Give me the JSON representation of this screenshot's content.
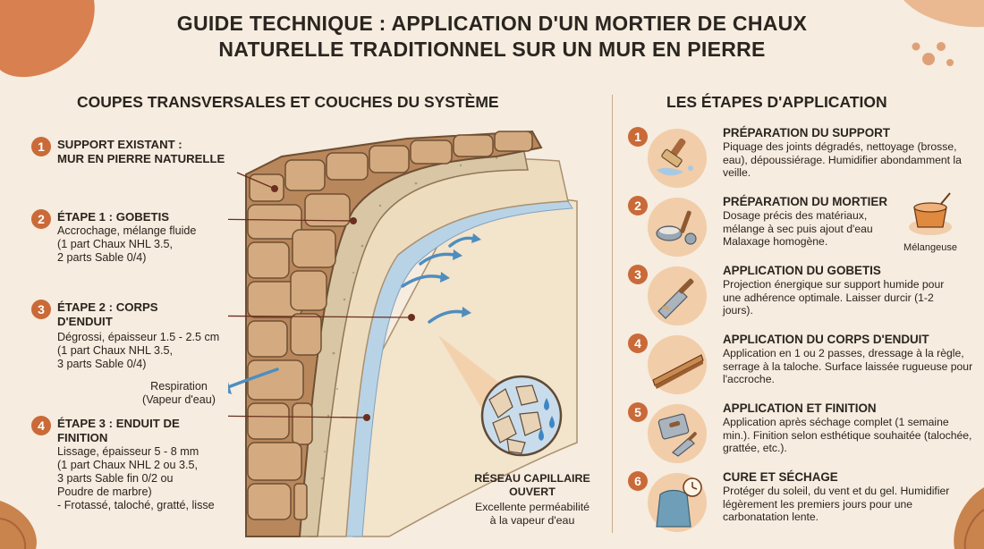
{
  "title": {
    "line1": "GUIDE TECHNIQUE : APPLICATION D'UN MORTIER DE CHAUX",
    "line2": "NATURELLE TRADITIONNEL SUR UN MUR EN PIERRE"
  },
  "left_section": {
    "title": "COUPES TRANSVERSALES ET COUCHES DU SYSTÈME",
    "layers": [
      {
        "num": "1",
        "heading": "SUPPORT EXISTANT :\nMUR EN PIERRE NATURELLE",
        "body": ""
      },
      {
        "num": "2",
        "heading": "ÉTAPE 1 : GOBETIS",
        "body": "Accrochage, mélange fluide\n(1 part Chaux NHL 3.5,\n2 parts Sable 0/4)"
      },
      {
        "num": "3",
        "heading": "ÉTAPE 2 : CORPS\nD'ENDUIT",
        "body": "Dégrossi, épaisseur 1.5 - 2.5 cm\n(1 part Chaux NHL 3.5,\n3 parts Sable 0/4)"
      },
      {
        "num": "4",
        "heading": "ÉTAPE 3 : ENDUIT DE\nFINITION",
        "body": "Lissage, épaisseur 5 - 8 mm\n(1 part Chaux NHL 2 ou 3.5,\n3 parts Sable fin 0/2 ou\nPoudre de marbre)\n- Frotassé, taloché, gratté, lisse"
      }
    ],
    "respiration": "Respiration\n(Vapeur d'eau)",
    "network": {
      "heading": "RÉSEAU CAPILLAIRE\nOUVERT",
      "body": "Excellente perméabilité\nà la vapeur d'eau"
    }
  },
  "right_section": {
    "title": "LES ÉTAPES D'APPLICATION",
    "steps": [
      {
        "num": "1",
        "icon": "brush-icon",
        "heading": "PRÉPARATION DU SUPPORT",
        "body": "Piquage des joints dégradés, nettoyage (brosse, eau), dépoussiérage. Humidifier abondamment la veille."
      },
      {
        "num": "2",
        "icon": "mixing-tools-icon",
        "heading": "PRÉPARATION DU MORTIER",
        "body": "Dosage précis des matériaux, mélange à sec puis ajout d'eau Malaxage homogène."
      },
      {
        "num": "3",
        "icon": "trowel-icon",
        "heading": "APPLICATION DU GOBETIS",
        "body": "Projection énergique sur support humide pour une adhérence optimale. Laisser durcir (1-2 jours)."
      },
      {
        "num": "4",
        "icon": "ruler-icon",
        "heading": "APPLICATION DU CORPS D'ENDUIT",
        "body": "Application en 1 ou 2 passes, dressage à la règle, serrage à la taloche. Surface laissée rugueuse pour l'accroche."
      },
      {
        "num": "5",
        "icon": "float-icon",
        "heading": "APPLICATION ET FINITION",
        "body": "Application après séchage complet (1 semaine min.). Finition selon esthétique souhaitée (talochée, grattée, etc.)."
      },
      {
        "num": "6",
        "icon": "cover-clock-icon",
        "heading": "CURE ET SÉCHAGE",
        "body": "Protéger du soleil, du vent et du gel. Humidifier légèrement les premiers jours pour une carbonatation lente."
      }
    ],
    "mixer_label": "Mélangeuse"
  },
  "colors": {
    "background": "#f6ecdf",
    "accent": "#c96a38",
    "stone": "#cfa47a",
    "gobetis": "#d8c6a4",
    "corps": "#eedcbf",
    "finition": "#f3e4cc",
    "capillary": "#b9d3e6"
  }
}
